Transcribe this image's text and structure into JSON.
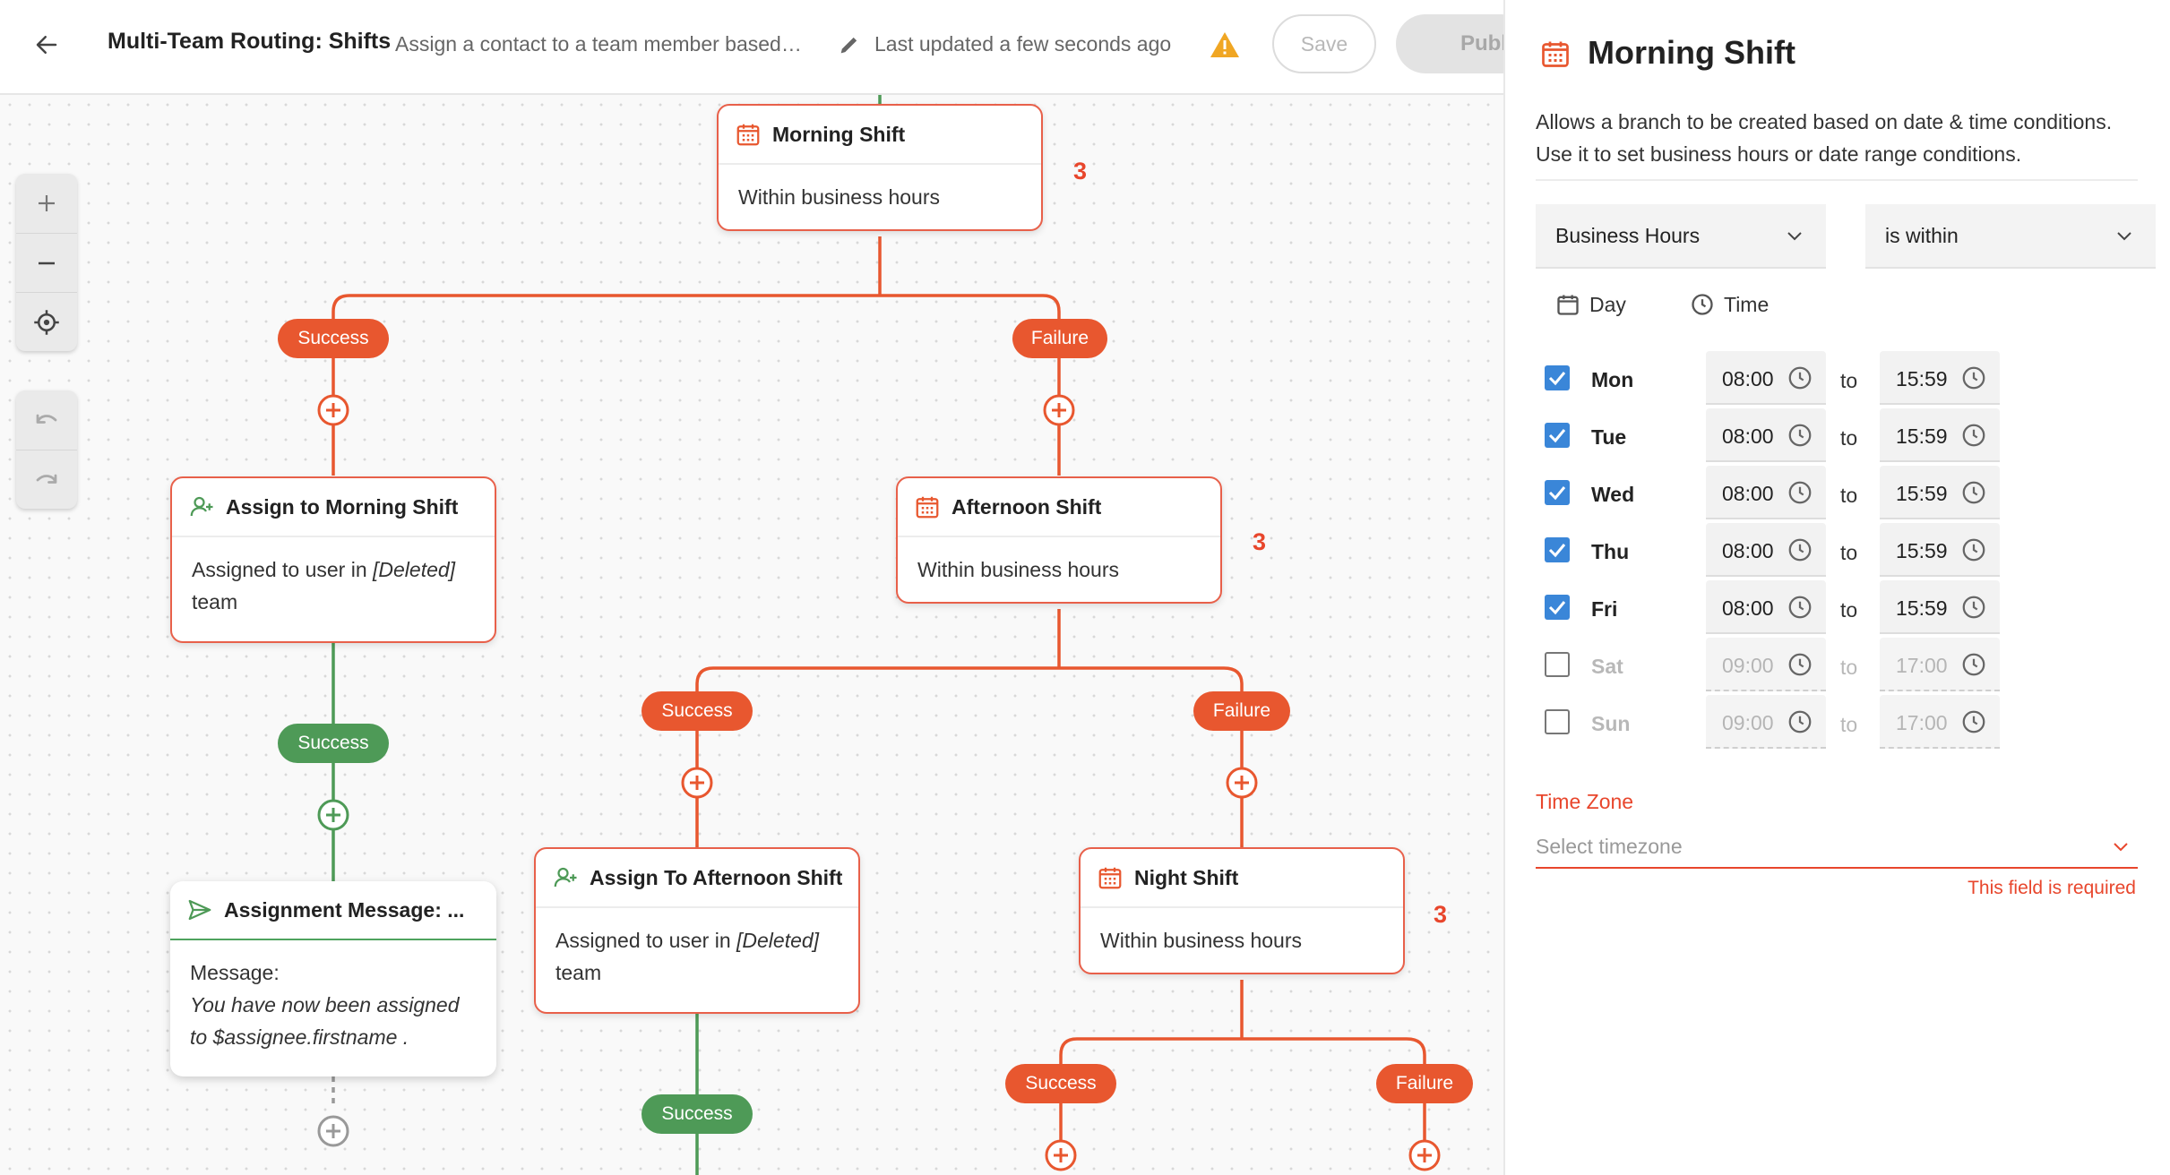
{
  "topbar": {
    "title": "Multi-Team Routing: Shifts",
    "description": "Assign a contact to a team member based…",
    "updated": "Last updated a few seconds ago",
    "save_label": "Save",
    "publish_label": "Publish"
  },
  "canvas": {
    "nodes": {
      "morning_shift": {
        "title": "Morning Shift",
        "body": "Within business hours",
        "count": "3"
      },
      "assign_morning": {
        "title": "Assign to Morning Shift",
        "body_prefix": "Assigned to user in ",
        "body_italic": "[Deleted]",
        "body_suffix": "team"
      },
      "afternoon_shift": {
        "title": "Afternoon Shift",
        "body": "Within business hours",
        "count": "3"
      },
      "assignment_message": {
        "title": "Assignment Message: ...",
        "label": "Message:",
        "message": "You have now been assigned to $assignee.firstname ."
      },
      "assign_afternoon": {
        "title": "Assign To Afternoon Shift",
        "body_prefix": "Assigned to user in ",
        "body_italic": "[Deleted]",
        "body_suffix": "team"
      },
      "night_shift": {
        "title": "Night Shift",
        "body": "Within business hours",
        "count": "3"
      }
    },
    "labels": {
      "success": "Success",
      "failure": "Failure"
    }
  },
  "panel": {
    "title": "Morning Shift",
    "description": "Allows a branch to be created based on date & time conditions. Use it to set business hours or date range conditions.",
    "condition_type": "Business Hours",
    "operator": "is within",
    "day_header": "Day",
    "time_header": "Time",
    "to_label": "to",
    "days": [
      {
        "day": "Mon",
        "enabled": true,
        "from": "08:00",
        "to": "15:59"
      },
      {
        "day": "Tue",
        "enabled": true,
        "from": "08:00",
        "to": "15:59"
      },
      {
        "day": "Wed",
        "enabled": true,
        "from": "08:00",
        "to": "15:59"
      },
      {
        "day": "Thu",
        "enabled": true,
        "from": "08:00",
        "to": "15:59"
      },
      {
        "day": "Fri",
        "enabled": true,
        "from": "08:00",
        "to": "15:59"
      },
      {
        "day": "Sat",
        "enabled": false,
        "from": "09:00",
        "to": "17:00"
      },
      {
        "day": "Sun",
        "enabled": false,
        "from": "09:00",
        "to": "17:00"
      }
    ],
    "timezone_label": "Time Zone",
    "timezone_placeholder": "Select timezone",
    "timezone_error": "This field is required"
  },
  "colors": {
    "accent": "#e8572f",
    "success": "#4e9a57",
    "checkbox": "#3a86d8",
    "error": "#e8462c"
  }
}
